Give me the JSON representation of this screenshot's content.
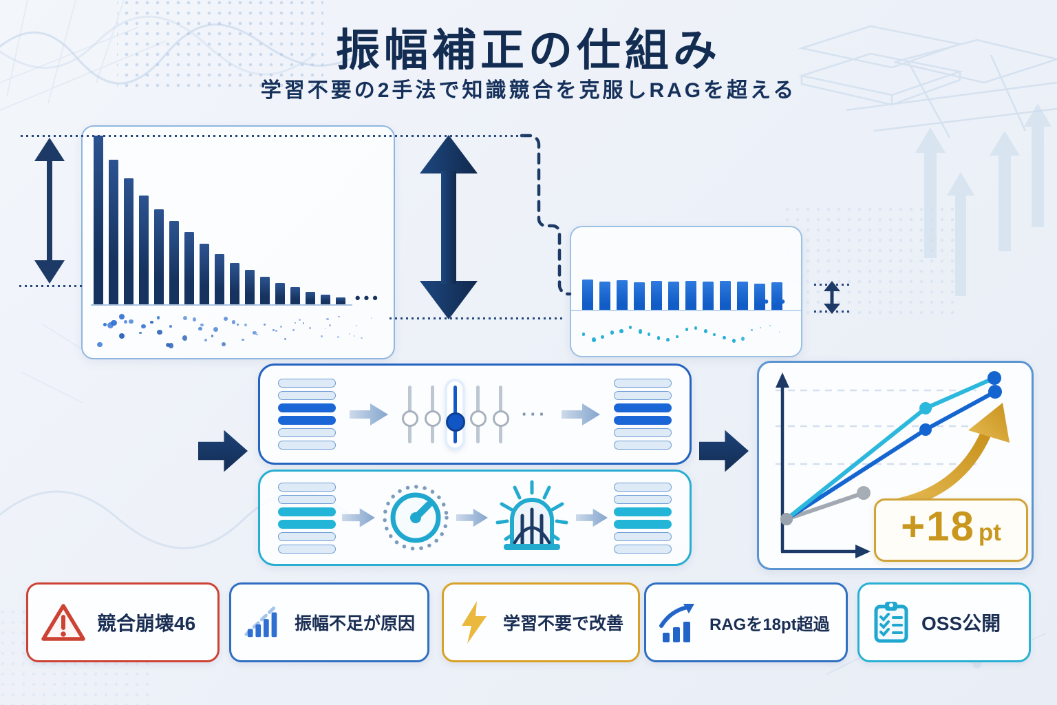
{
  "header": {
    "title": "振幅補正の仕組み",
    "subtitle": "学習不要の2手法で知識競合を克服しRAGを超える"
  },
  "colors": {
    "navy": "#16335f",
    "blue": "#1565d0",
    "cyan": "#29aed2",
    "gold": "#c9961e",
    "red": "#cc4334",
    "doc_light_fill": "#dfeaf7",
    "doc_light_border": "#6d9cd6",
    "doc_accent_m1": "#1a66d6",
    "doc_accent_m2": "#23b5d8"
  },
  "before_panel": {
    "ellipsis": "•••"
  },
  "after_panel": {
    "ellipsis": "•••"
  },
  "methods": [
    {
      "name": "slider-adjustment",
      "ellipsis": "···",
      "doc_pattern": [
        "light",
        "light",
        "accent",
        "accent",
        "light",
        "light"
      ],
      "slider_count": 5,
      "active_slider": 2
    },
    {
      "name": "gauge-and-gate",
      "doc_pattern": [
        "light",
        "light",
        "accent",
        "accent",
        "light",
        "light"
      ]
    }
  ],
  "results": {
    "badge_value": "+18",
    "badge_unit": "pt"
  },
  "chart_data": [
    {
      "id": "amplitude_before",
      "type": "bar",
      "values": [
        245,
        210,
        183,
        158,
        138,
        121,
        105,
        88,
        73,
        60,
        50,
        40,
        31,
        25,
        18,
        14,
        10
      ],
      "title": "large decaying amplitude bars",
      "trailing_ellipsis": "•••"
    },
    {
      "id": "amplitude_after",
      "type": "bar",
      "values": [
        44,
        41,
        43,
        40,
        42,
        41,
        42,
        41,
        42,
        41,
        38,
        40
      ],
      "title": "small uniform amplitude bars",
      "trailing_ellipsis": "•••"
    },
    {
      "id": "benchmark_lines",
      "type": "line",
      "annotation": "+18pt",
      "series": [
        {
          "name": "baseline-gray",
          "color": "#a2a9b2",
          "points": [
            [
              40,
              227
            ],
            [
              152,
              189
            ]
          ],
          "point_colors": [
            "#9aa3ad",
            "#a7adb4"
          ]
        },
        {
          "name": "method-blue",
          "color": "#1565d0",
          "points": [
            [
              40,
              227
            ],
            [
              242,
              97
            ],
            [
              343,
              42
            ]
          ],
          "point_colors": [
            "#9aa3ad",
            "#1565d0",
            "#1565d0"
          ]
        },
        {
          "name": "method-cyan",
          "color": "#2cb7dd",
          "points": [
            [
              40,
              227
            ],
            [
              242,
              66
            ],
            [
              342,
              22
            ]
          ],
          "point_colors": [
            "#9aa3ad",
            "#2cb7dd",
            "#1565d0"
          ]
        }
      ]
    }
  ],
  "footer_cards": [
    {
      "icon": "warning-icon",
      "accent": "#cc4334",
      "label": "競合崩壊46"
    },
    {
      "icon": "bar-rise-icon",
      "accent": "#2e6fc2",
      "label": "振幅不足が原因"
    },
    {
      "icon": "lightning-icon",
      "accent": "#d9a127",
      "label": "学習不要で改善"
    },
    {
      "icon": "trend-up-icon",
      "accent": "#2e6fc2",
      "label": "RAGを18pt超過"
    },
    {
      "icon": "clipboard-icon",
      "accent": "#29b0d4",
      "label": "OSS公開"
    }
  ],
  "icons": [
    "warning-icon",
    "bar-rise-icon",
    "lightning-icon",
    "trend-up-icon",
    "clipboard-icon",
    "gauge-icon",
    "gate-icon",
    "slider-icon",
    "double-arrow-icon",
    "flow-arrow-icon",
    "gold-growth-arrow-icon"
  ]
}
